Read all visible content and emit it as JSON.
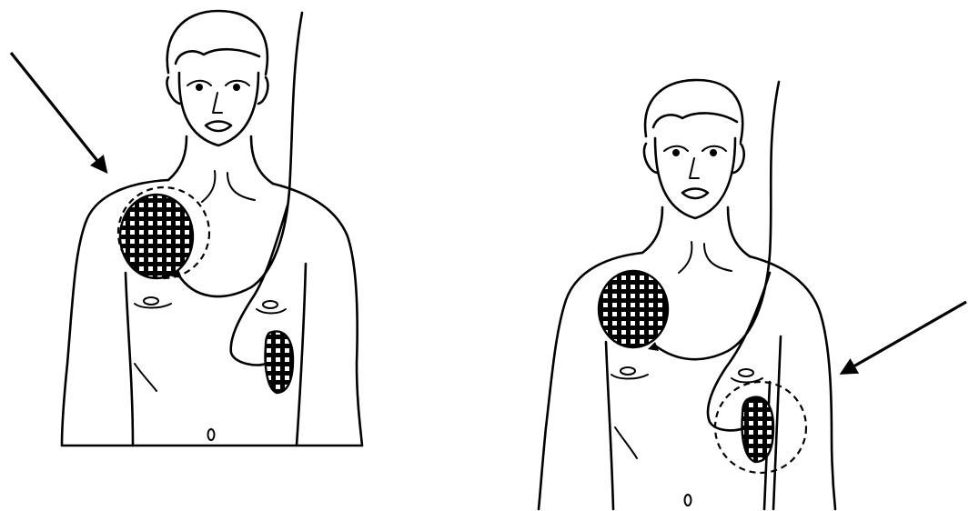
{
  "figure": {
    "panels": [
      {
        "id": "left",
        "description_key": "anterior-anterior-placement"
      },
      {
        "id": "right",
        "description_key": "anterior-lateral-placement"
      }
    ],
    "colors": {
      "line": "#000000",
      "background": "#ffffff"
    },
    "pattern": "grid-hatch"
  }
}
